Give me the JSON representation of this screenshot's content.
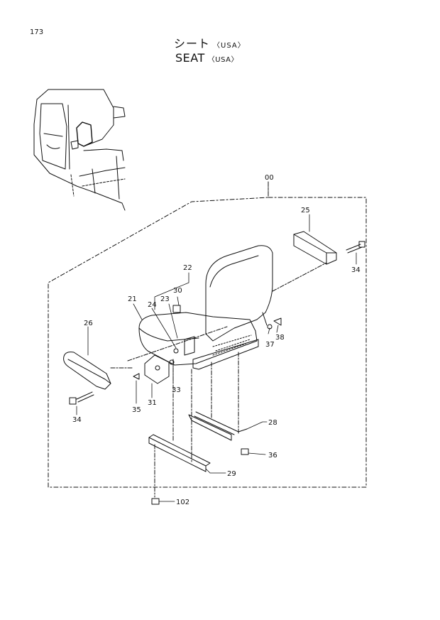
{
  "page_number": "173",
  "title_jp": "シート",
  "title_en": "SEAT",
  "region_suffix": "〈USA〉",
  "parts": {
    "p00": "00",
    "p21": "21",
    "p22": "22",
    "p23": "23",
    "p24": "24",
    "p25": "25",
    "p26": "26",
    "p28": "28",
    "p29": "29",
    "p30": "30",
    "p31": "31",
    "p33": "33",
    "p34a": "34",
    "p34b": "34",
    "p35": "35",
    "p36": "36",
    "p37": "37",
    "p38": "38",
    "p102": "102"
  },
  "colors": {
    "line": "#111111",
    "background": "#ffffff"
  }
}
